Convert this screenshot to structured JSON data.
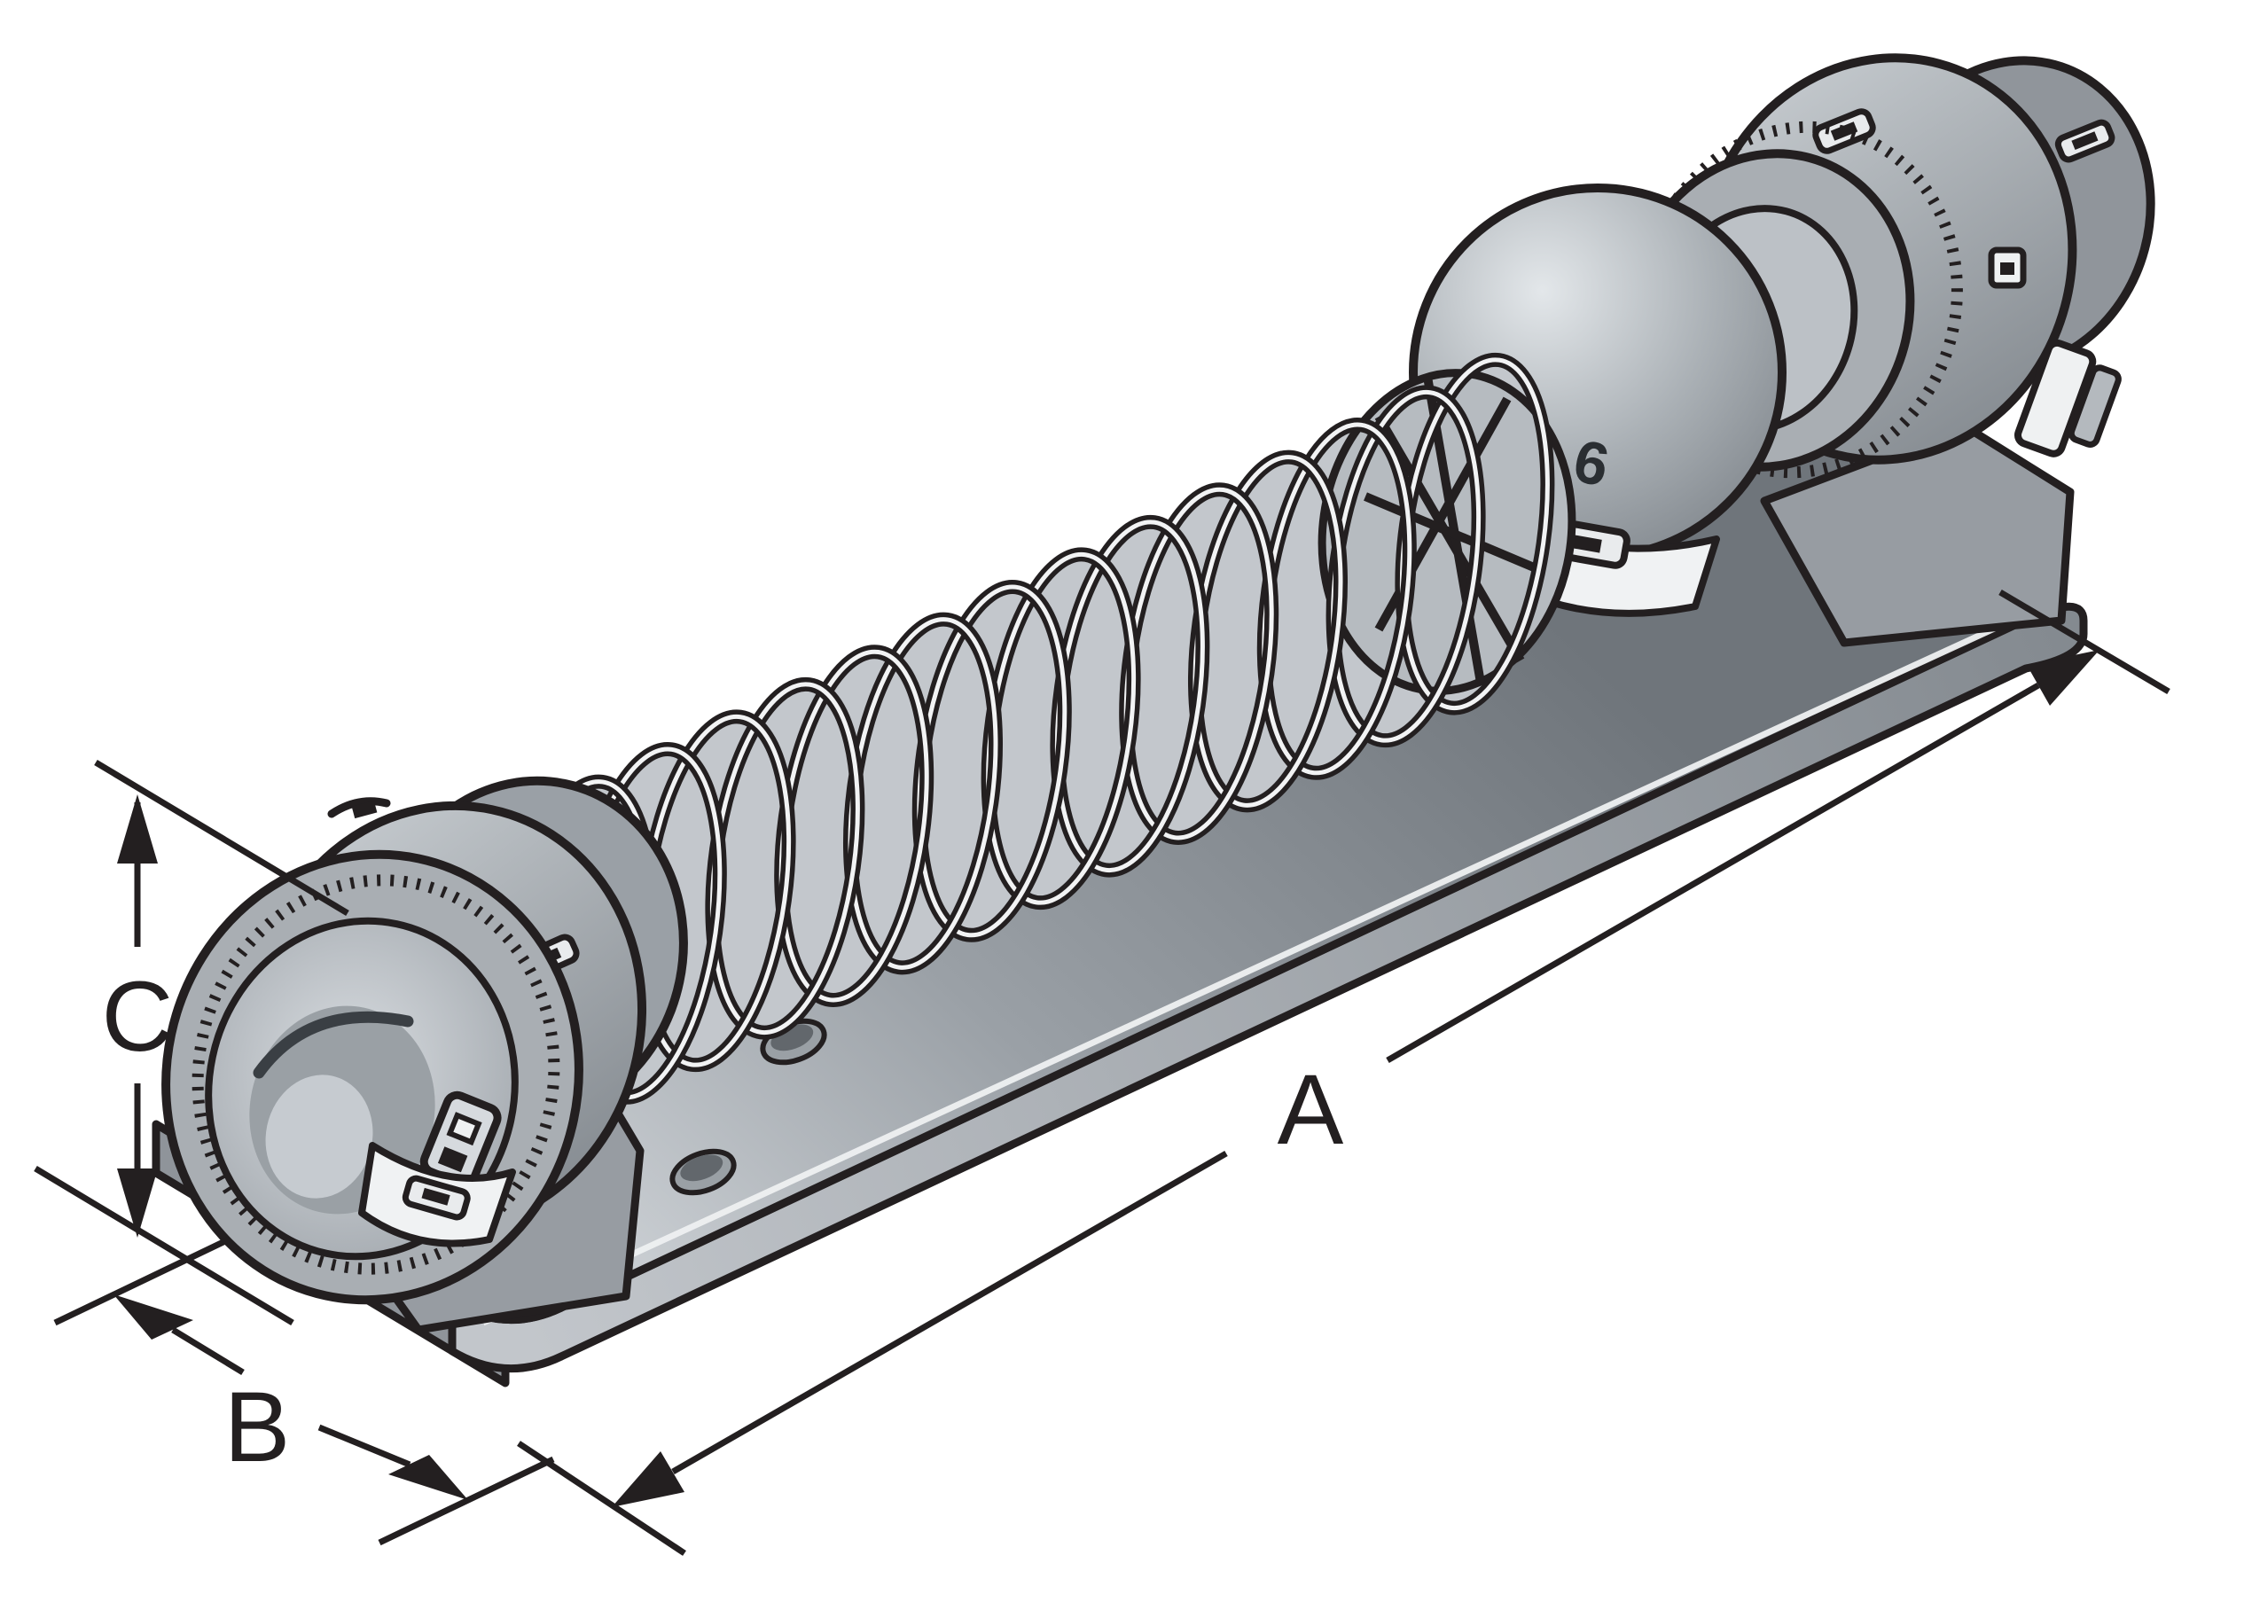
{
  "figure": {
    "background": "#ffffff",
    "ink": "#231f20",
    "dim_labels": {
      "a": "A",
      "b": "B",
      "c": "C"
    },
    "part_marking": "6",
    "palette": {
      "plate_light": "#d2d6da",
      "plate_mid": "#9aa0a6",
      "plate_dark": "#6f757b",
      "metal_light": "#cdd2d6",
      "metal_dark": "#7c8288",
      "cup_light": "#d9dde1",
      "highlight": "#f0f2f3"
    }
  }
}
